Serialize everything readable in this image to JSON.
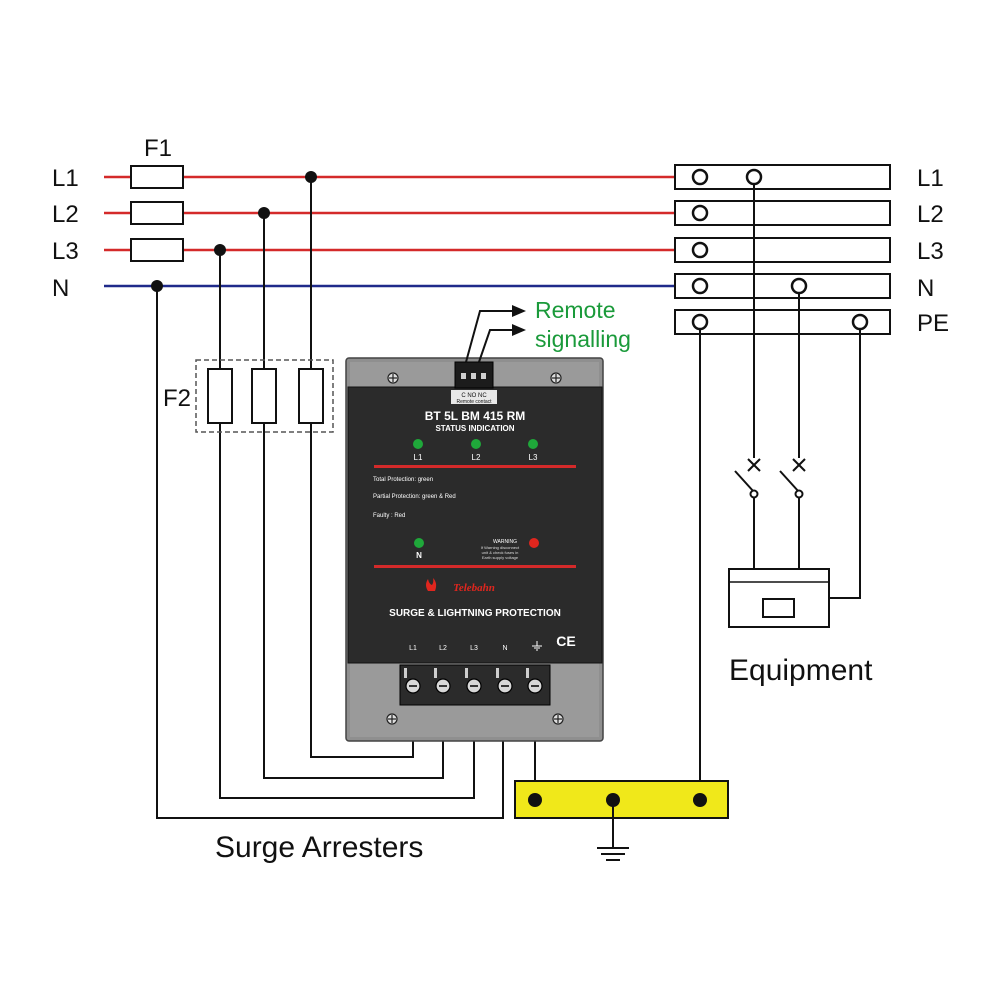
{
  "colors": {
    "phase_line": "#d42a2a",
    "neutral_line": "#1f2a8a",
    "wire": "#111111",
    "device_body": "#2b2b2b",
    "device_case": "#8a8a8a",
    "earth_bar": "#f0e81a",
    "remote_text": "#1a9a3a",
    "led_green": "#1fa83a",
    "led_red": "#e0261e"
  },
  "inputs": {
    "l1": "L1",
    "l2": "L2",
    "l3": "L3",
    "n": "N"
  },
  "outputs": {
    "l1": "L1",
    "l2": "L2",
    "l3": "L3",
    "n": "N",
    "pe": "PE"
  },
  "fuses": {
    "f1": "F1",
    "f2": "F2"
  },
  "remote": {
    "line1": "Remote",
    "line2": "signalling",
    "contact_labels": "C  NO  NC",
    "contact_caption": "Remote contact"
  },
  "device": {
    "model": "BT 5L BM 415 RM",
    "status_title": "STATUS INDICATION",
    "led_l1": "L1",
    "led_l2": "L2",
    "led_l3": "L3",
    "led_n": "N",
    "legend_total": "Total Protection:  green",
    "legend_partial": "Partial Protection:  green & Red",
    "legend_faulty": "Faulty :  Red",
    "warning_title": "WARNING",
    "warning_line1": "If Warning disconnect",
    "warning_line2": "unit & check fuses in",
    "warning_line3": "Earth supply voltage",
    "brand": "Telebahn",
    "product": "SURGE & LIGHTNING PROTECTION",
    "term_l1": "L1",
    "term_l2": "L2",
    "term_l3": "L3",
    "term_n": "N",
    "ce_mark": "CE"
  },
  "labels": {
    "surge_arresters": "Surge Arresters",
    "equipment": "Equipment"
  }
}
